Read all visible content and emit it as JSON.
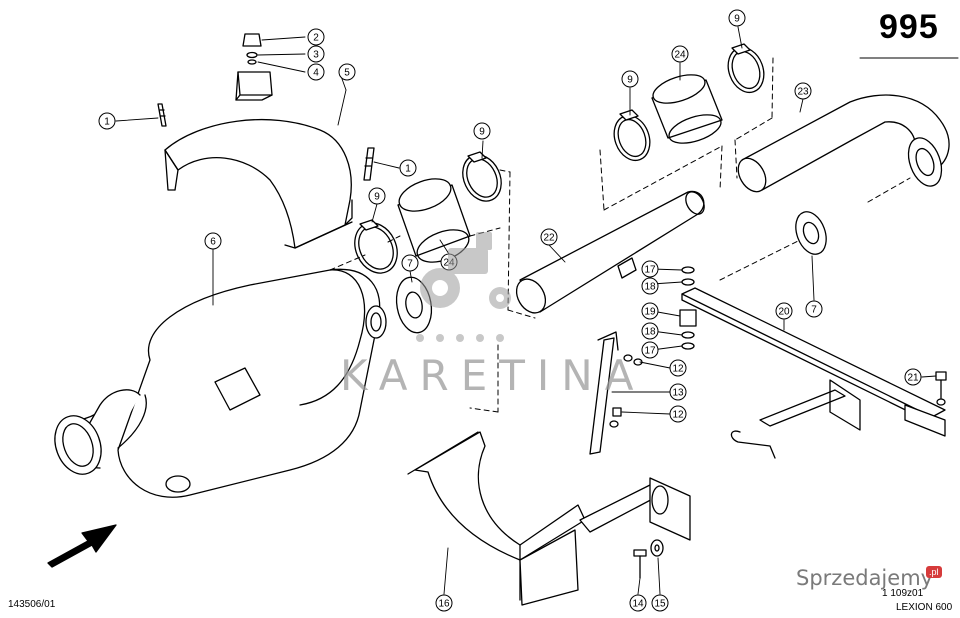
{
  "page_number": "995",
  "drawing_number": "143506/01",
  "sheet_code": "1 109z01",
  "model_name": "LEXION 600",
  "watermark": {
    "text": "KARETINA",
    "site_name": "Sprzedajemy",
    "site_tld": ".pl"
  },
  "callouts": {
    "c1a": "1",
    "c1b": "1",
    "c2": "2",
    "c3": "3",
    "c4": "4",
    "c5": "5",
    "c6": "6",
    "c7a": "7",
    "c7b": "7",
    "c9a": "9",
    "c9b": "9",
    "c9c": "9",
    "c9d": "9",
    "c12a": "12",
    "c12b": "12",
    "c13": "13",
    "c14": "14",
    "c15": "15",
    "c16": "16",
    "c17a": "17",
    "c17b": "17",
    "c18a": "18",
    "c18b": "18",
    "c19": "19",
    "c20": "20",
    "c21": "21",
    "c22": "22",
    "c23": "23",
    "c24a": "24",
    "c24b": "24"
  },
  "colors": {
    "line": "#000000",
    "watermark": "#9c9c9c",
    "badge": "#d63b3b"
  }
}
